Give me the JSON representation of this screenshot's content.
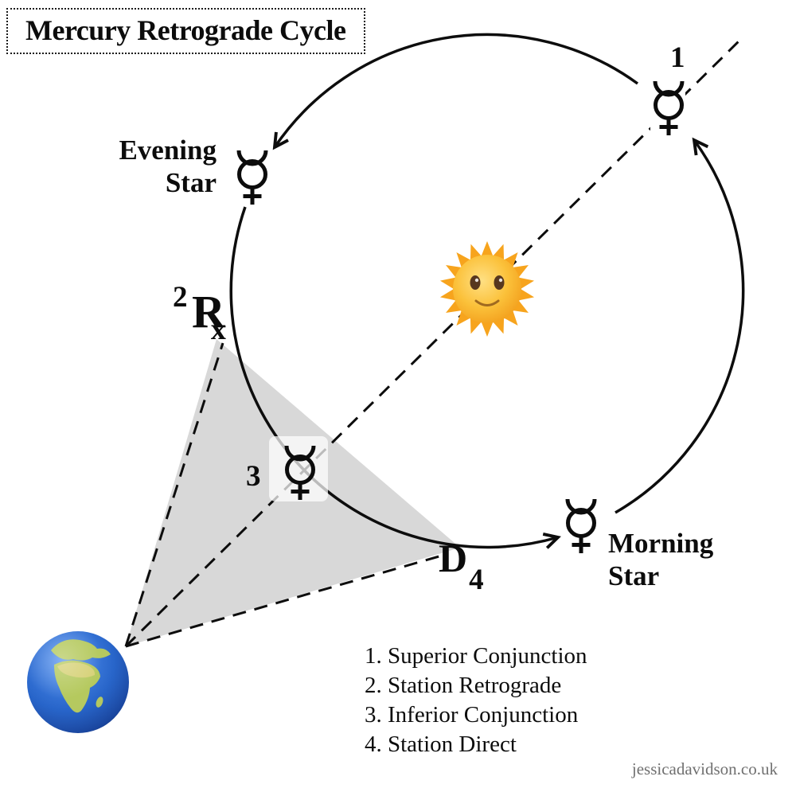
{
  "title": "Mercury Retrograde Cycle",
  "diagram": {
    "evening_star": {
      "line1": "Evening",
      "line2": "Star"
    },
    "morning_star": {
      "line1": "Morning",
      "line2": "Star"
    },
    "markers": {
      "superior_number": "1",
      "retrograde_number": "2",
      "inferior_number": "3",
      "direct_number": "4",
      "retrograde_symbol_r": "R",
      "retrograde_symbol_x": "x",
      "direct_symbol": "D"
    },
    "icons": {
      "sun": "sun-with-face",
      "earth": "earth-globe-europe-africa",
      "mercury": "mercury-planet-symbol"
    },
    "colors": {
      "line": "#0d0d0d",
      "shadow_cone": "#d8d8d8",
      "sun_body": "#f9a728",
      "earth_sea": "#2563c9",
      "earth_land": "#b5c95e"
    }
  },
  "legend": {
    "items": [
      "1. Superior Conjunction",
      "2. Station Retrograde",
      "3. Inferior Conjunction",
      "4. Station Direct"
    ]
  },
  "watermark": "jessicadavidson.co.uk"
}
